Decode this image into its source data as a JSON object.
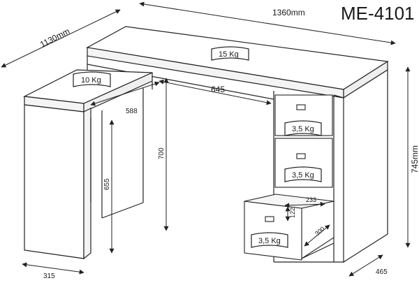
{
  "model": "ME-4101",
  "dimensions": {
    "width_total": "1360mm",
    "depth_total": "1130mm",
    "height_total": "745mm",
    "top_depth": "465",
    "side_depth": "315",
    "inner_width": "645",
    "side_inner": "588",
    "height_inner": "700",
    "side_height": "655",
    "drawer_width": "233",
    "drawer_height": "122",
    "drawer_depth": "300"
  },
  "weights": {
    "top": "15 Kg",
    "side": "10 Kg",
    "drawer1": "3,5 Kg",
    "drawer2": "3,5 Kg",
    "drawer3": "3,5 Kg"
  }
}
